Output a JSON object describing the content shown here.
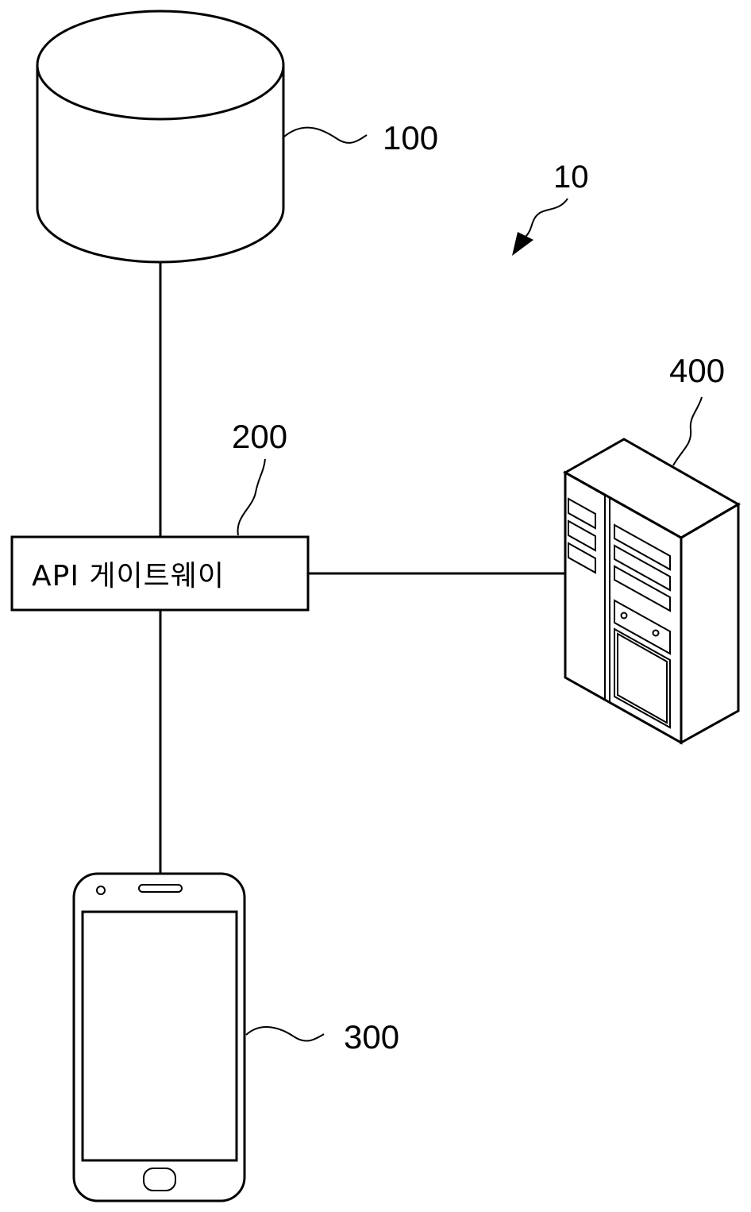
{
  "figure_ref": "10",
  "nodes": {
    "database": {
      "ref": "100"
    },
    "gateway": {
      "ref": "200",
      "label": "API 게이트웨이"
    },
    "terminal": {
      "ref": "300"
    },
    "server": {
      "ref": "400"
    }
  },
  "edges": [
    {
      "from": "database",
      "to": "gateway"
    },
    {
      "from": "gateway",
      "to": "terminal"
    },
    {
      "from": "gateway",
      "to": "server"
    }
  ]
}
